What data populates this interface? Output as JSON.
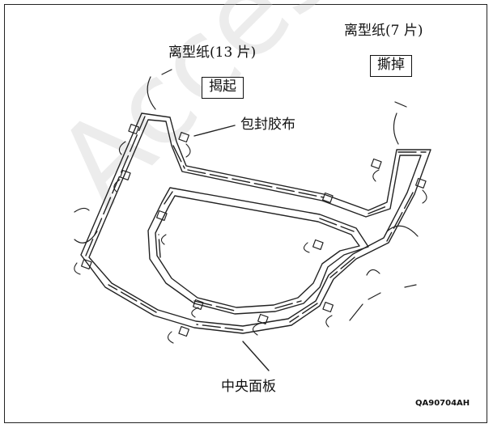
{
  "labels": {
    "release_paper_13": "离型纸(13 片)",
    "lift": "揭起",
    "release_paper_7": "离型纸(7 片)",
    "tear_off": "撕掉",
    "wrap_tape": "包封胶布",
    "center_panel": "中央面板"
  },
  "figure_code": "QA90704AH",
  "watermark": "Access",
  "colors": {
    "line": "#222222",
    "watermark": "#d9d9d9"
  }
}
